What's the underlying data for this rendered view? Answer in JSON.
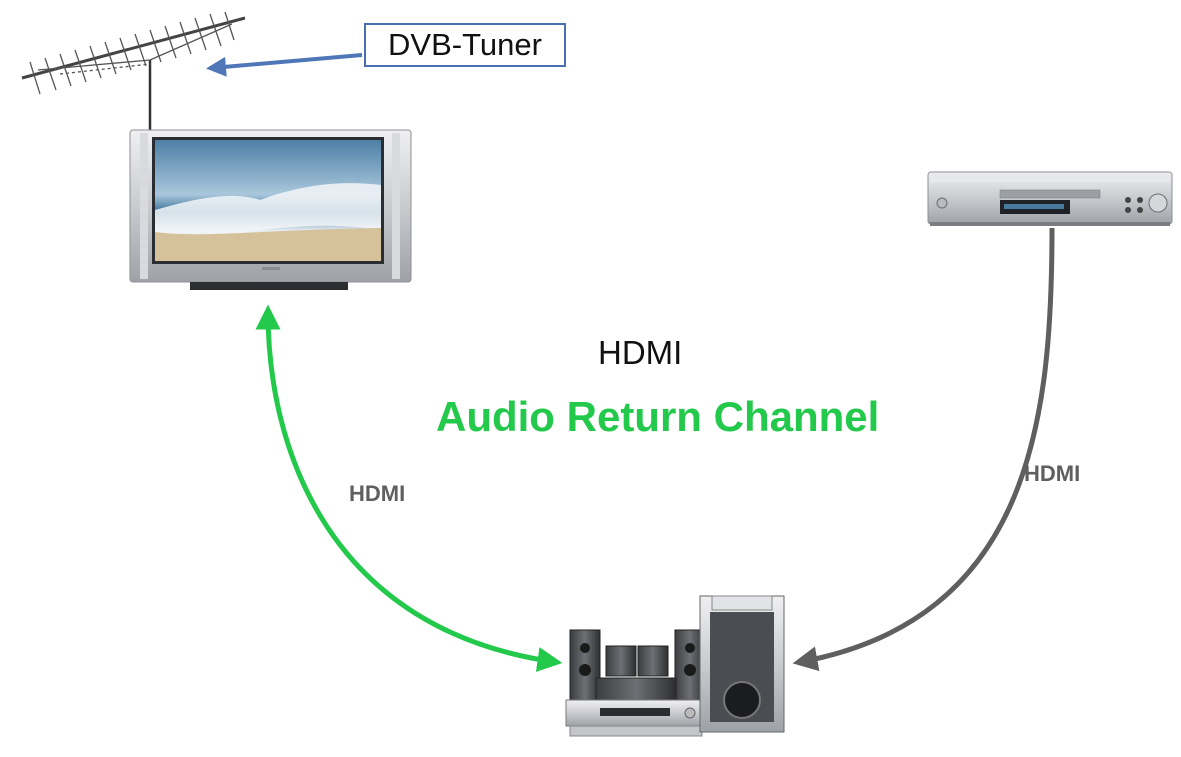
{
  "diagram": {
    "tuner_label": "DVB-Tuner",
    "connection_title": "HDMI",
    "feature_title": "Audio Return Channel",
    "link_label_tv_receiver": "HDMI",
    "link_label_player_receiver": "HDMI"
  },
  "colors": {
    "arc_green": "#22c94a",
    "link_gray": "#5f5f5f",
    "tuner_arrow_blue": "#4f77b8",
    "tuner_box_border": "#4a6fb0"
  },
  "icons": {
    "antenna": "antenna-icon",
    "tv": "flat-tv-icon",
    "player": "dvd-player-icon",
    "receiver": "home-theater-receiver-icon"
  }
}
